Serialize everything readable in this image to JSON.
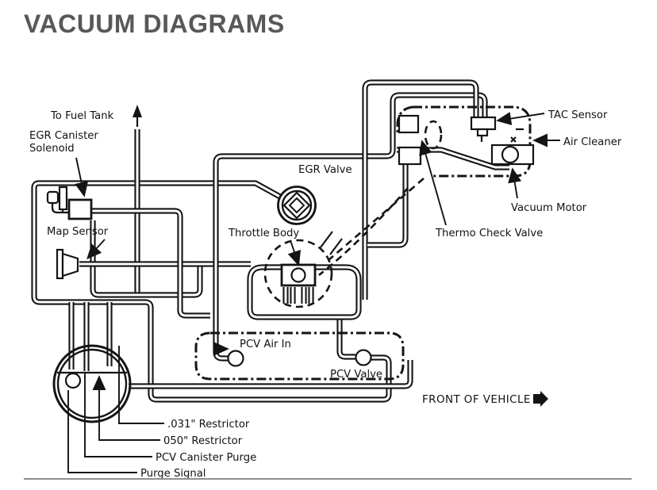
{
  "page": {
    "title": "VACUUM DIAGRAMS"
  },
  "diagram": {
    "labels": {
      "to_fuel_tank": "To Fuel Tank",
      "egr_canister_solenoid_line1": "EGR Canister",
      "egr_canister_solenoid_line2": "Solenoid",
      "map_sensor": "Map Sensor",
      "egr_valve": "EGR Valve",
      "throttle_body": "Throttle Body",
      "tac_sensor": "TAC Sensor",
      "air_cleaner": "Air Cleaner",
      "vacuum_motor": "Vacuum Motor",
      "thermo_check_valve": "Thermo Check Valve",
      "pcv_air_in": "PCV Air In",
      "pcv_valve": "PCV Valve",
      "front_of_vehicle": "FRONT OF VEHICLE",
      "restrictor_031": ".031\" Restrictor",
      "restrictor_050": "050\" Restrictor",
      "pcv_canister_purge": "PCV Canister Purge",
      "purge_signal": "Purge Signal"
    },
    "colors": {
      "line": "#141414",
      "title": "#57585a",
      "divider": "#8f8f8f",
      "background": "#ffffff"
    }
  }
}
